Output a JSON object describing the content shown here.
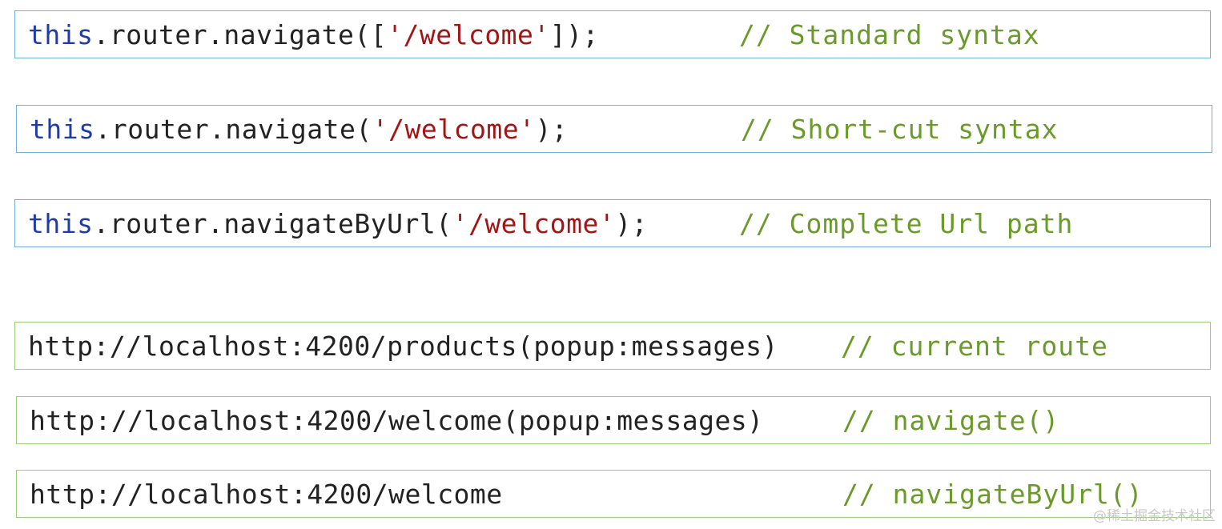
{
  "colors": {
    "keyword": "#1f3ba8",
    "string": "#a31515",
    "text": "#222222",
    "comment": "#6a9a2a",
    "code_border": "#6fb3d2",
    "url_border": "#9ccf73"
  },
  "code_examples": [
    {
      "keyword": "this",
      "call_before": ".router.navigate([",
      "string": "'/welcome'",
      "call_after": "]);",
      "comment": "// Standard syntax"
    },
    {
      "keyword": "this",
      "call_before": ".router.navigate(",
      "string": "'/welcome'",
      "call_after": ");",
      "comment": "// Short-cut syntax"
    },
    {
      "keyword": "this",
      "call_before": ".router.navigateByUrl(",
      "string": "'/welcome'",
      "call_after": ");",
      "comment": "// Complete Url path"
    }
  ],
  "url_examples": [
    {
      "url": "http://localhost:4200/products(popup:messages)",
      "comment": "// current route"
    },
    {
      "url": "http://localhost:4200/welcome(popup:messages)",
      "comment": "// navigate()"
    },
    {
      "url": "http://localhost:4200/welcome",
      "comment": "// navigateByUrl()"
    }
  ],
  "watermark": "@稀土掘金技术社区"
}
